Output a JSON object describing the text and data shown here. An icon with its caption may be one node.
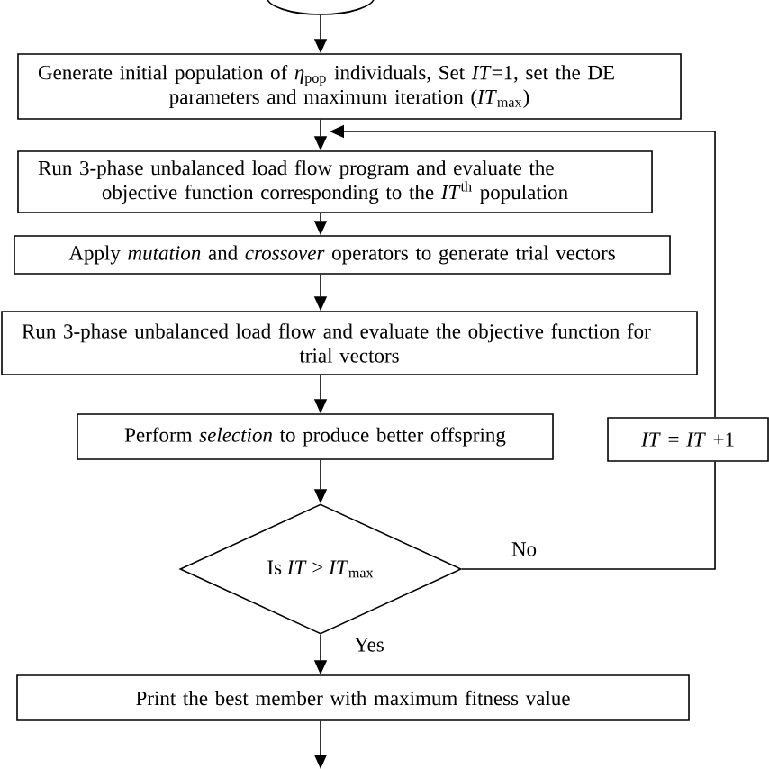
{
  "diagram": {
    "nodes": [
      {
        "text": [],
        "shape": "oval"
      },
      {
        "text": [
          "Generate initial population of *η*$_{pop}$ individuals, Set *IT*=1, set the DE parameters and maximum iteration (*IT*$_{max}$)"
        ]
      },
      {
        "text": [
          "Run 3-phase unbalanced load flow program and evaluate the objective function corresponding to the *IT*$^{th}$ population"
        ]
      },
      {
        "text": [
          "Apply *mutation* and *crossover* operators to generate trial vectors"
        ]
      },
      {
        "text": [
          "Run 3-phase unbalanced load flow and evaluate the objective function for trial vectors"
        ]
      },
      {
        "text": [
          "Perform *selection* to produce better offspring"
        ]
      },
      {
        "text": [
          "Is *IT* > *IT*$_{max}$"
        ]
      },
      {
        "text": [
          "*IT* = *IT* +1"
        ]
      },
      {
        "text": [
          "Print the best member with maximum fitness value"
        ]
      }
    ],
    "edges": [
      {
        "from": 0,
        "to": 1,
        "arrow": "to"
      },
      {
        "from": 1,
        "to": 2,
        "arrow": "to"
      },
      {
        "from": 2,
        "to": 3,
        "arrow": "to"
      },
      {
        "from": 3,
        "to": 4,
        "arrow": "to"
      },
      {
        "from": 4,
        "to": 5,
        "arrow": "to"
      },
      {
        "from": 5,
        "to": 6,
        "arrow": "to"
      },
      {
        "from": 6,
        "to": 7,
        "arrow": "none",
        "label": "No"
      },
      {
        "from": 7,
        "to": 2,
        "arrow": "to"
      },
      {
        "from": 6,
        "to": 8,
        "arrow": "to",
        "label": "Yes"
      },
      {
        "from": 8,
        "to": null,
        "arrow": "to"
      }
    ]
  }
}
